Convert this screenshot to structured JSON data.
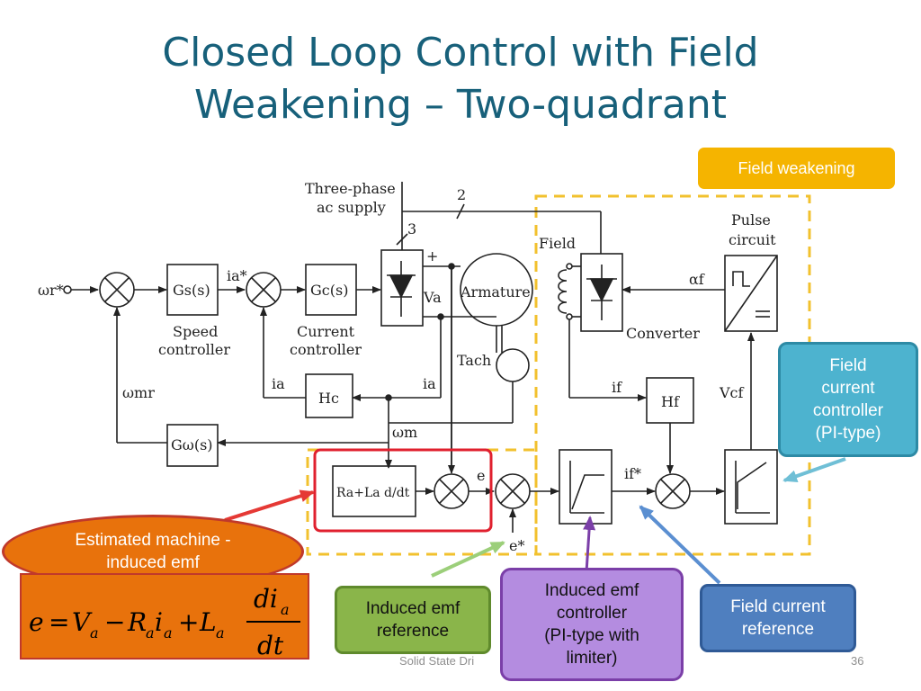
{
  "slide": {
    "title_line1": "Closed Loop Control with Field",
    "title_line2": "Weakening – Two-quadrant",
    "footer_text": "Solid State Dri",
    "page_number": "36"
  },
  "callouts": {
    "field_weakening": "Field weakening",
    "field_current_controller": [
      "Field",
      "current",
      "controller",
      "(PI-type)"
    ],
    "estimated_emf": [
      "Estimated machine -",
      "induced emf"
    ],
    "emf_reference": [
      "Induced emf",
      "reference"
    ],
    "emf_controller": [
      "Induced emf",
      "controller",
      "(PI-type with",
      "limiter)"
    ],
    "field_current_reference": [
      "Field current",
      "reference"
    ]
  },
  "equation": {
    "lhs": "e = V",
    "text": "e = Va − Ra ia + La dia/dt"
  },
  "diagram": {
    "supply_label": [
      "Three-phase",
      "ac supply"
    ],
    "wire_count_2": "2",
    "wire_count_3": "3",
    "field_label": "Field",
    "pulse_circuit": [
      "Pulse",
      "circuit"
    ],
    "speed_ref": "ωr*",
    "gs_block": "Gs(s)",
    "speed_controller": [
      "Speed",
      "controller"
    ],
    "ia_star": "ia*",
    "gc_block": "Gc(s)",
    "current_controller": [
      "Current",
      "controller"
    ],
    "va_label": "Va",
    "plus_label": "+",
    "armature": "Armature",
    "tach": "Tach",
    "alpha_f": "αf",
    "converter": "Converter",
    "omega_mr": "ωmr",
    "ia_fb_left": "ia",
    "hc_block": "Hc",
    "ia_fb_right": "ia",
    "if_label": "if",
    "hf_block": "Hf",
    "vcf": "Vcf",
    "omega_m": "ωm",
    "gw_block": "Gω(s)",
    "ra_block": "Ra+La d/dt",
    "e_label": "e",
    "e_star": "e*",
    "if_star": "if*"
  }
}
